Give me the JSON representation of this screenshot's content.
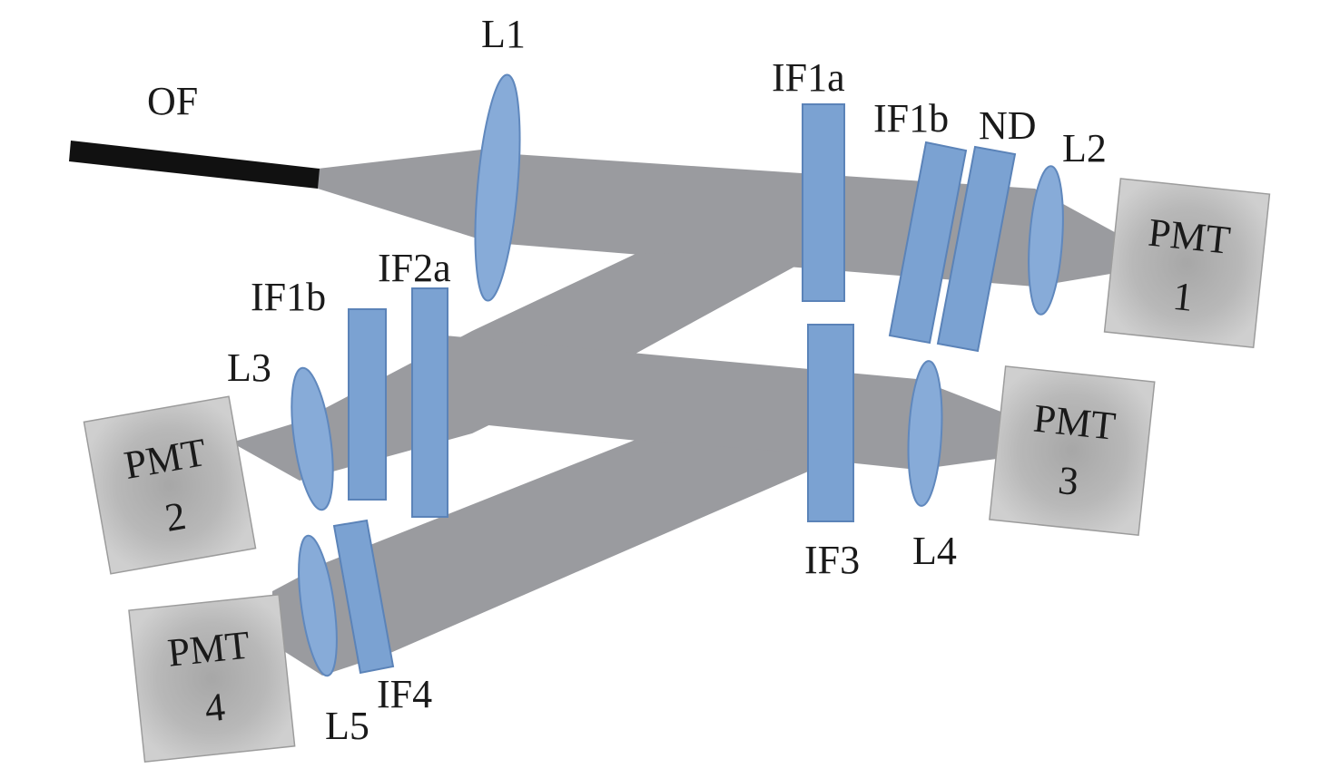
{
  "labels": {
    "fiber": "OF",
    "lens1": "L1",
    "lens2": "L2",
    "lens3": "L3",
    "lens4": "L4",
    "lens5": "L5",
    "filter_if1a": "IF1a",
    "filter_if1b_top": "IF1b",
    "filter_nd": "ND",
    "filter_if1b_left": "IF1b",
    "filter_if2a": "IF2a",
    "filter_if3": "IF3",
    "filter_if4": "IF4"
  },
  "detectors": [
    {
      "name": "PMT",
      "number": "1"
    },
    {
      "name": "PMT",
      "number": "2"
    },
    {
      "name": "PMT",
      "number": "3"
    },
    {
      "name": "PMT",
      "number": "4"
    }
  ],
  "colors": {
    "beam": "#9a9b9f",
    "optics": "#7ba2d2",
    "fiber": "#111111",
    "detector": "#bdbdbd"
  }
}
